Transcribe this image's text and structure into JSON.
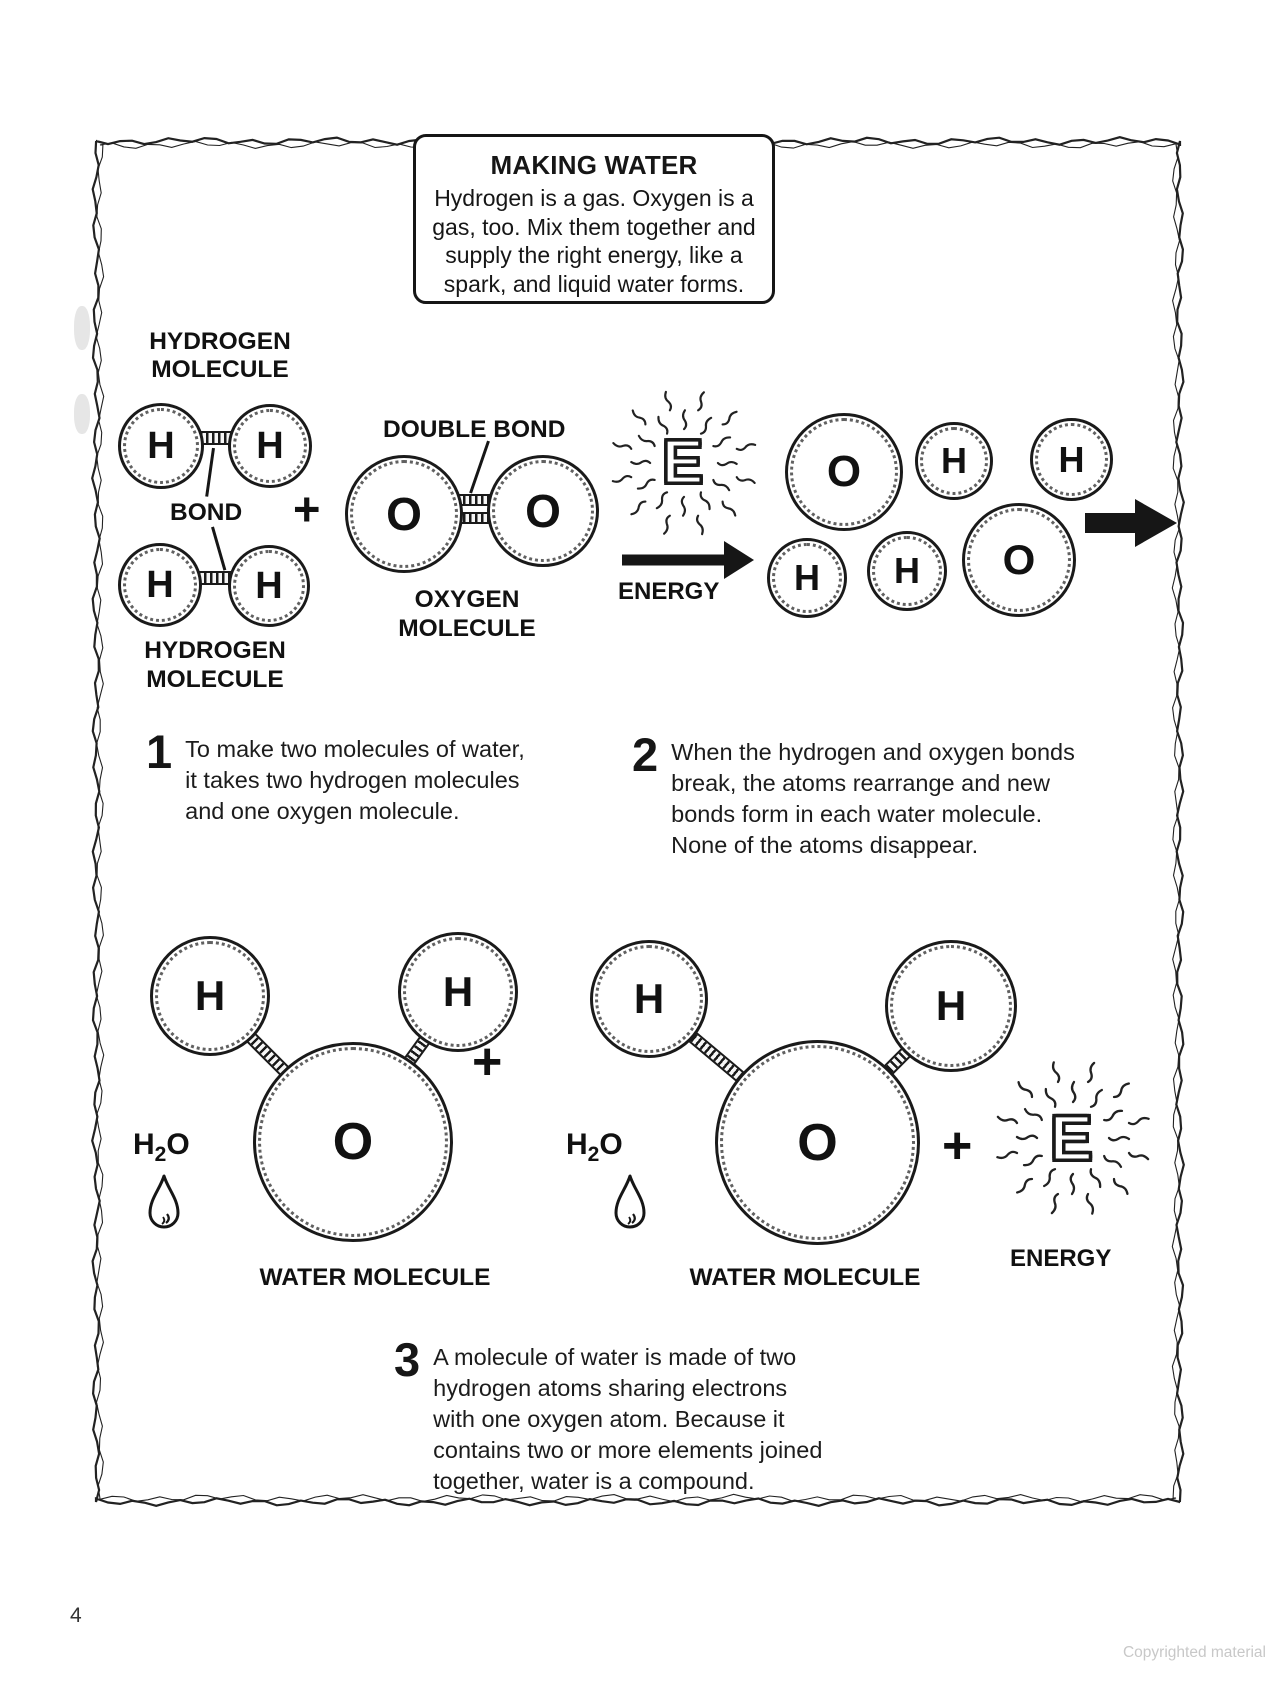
{
  "info_box": {
    "title": "MAKING WATER",
    "body": "Hydrogen is a gas. Oxygen is a\ngas, too.  Mix them together and\nsupply the right energy, like a\nspark, and liquid water forms."
  },
  "top_diagram": {
    "hydrogen_label_top": "HYDROGEN\nMOLECULE",
    "hydrogen_label_bottom": "HYDROGEN\nMOLECULE",
    "bond_label": "BOND",
    "double_bond_label": "DOUBLE BOND",
    "oxygen_label": "OXYGEN\nMOLECULE",
    "plus": "+",
    "energy_symbol": "E",
    "energy_label": "ENERGY",
    "reactant_atoms": {
      "h2a": [
        "H",
        "H"
      ],
      "h2b": [
        "H",
        "H"
      ],
      "o2": [
        "O",
        "O"
      ]
    },
    "product_atoms": [
      "O",
      "H",
      "H",
      "H",
      "H",
      "O"
    ]
  },
  "steps": [
    {
      "number": "1",
      "text": "To make two molecules of water,\nit takes two hydrogen molecules\nand one oxygen molecule."
    },
    {
      "number": "2",
      "text": "When the hydrogen and oxygen bonds\nbreak, the atoms rearrange and new\nbonds form in each water molecule.\nNone of the atoms disappear."
    },
    {
      "number": "3",
      "text": "A molecule of water is made of two\nhydrogen atoms sharing electrons\nwith one oxygen atom. Because it\ncontains two or more elements joined\ntogether, water is a compound."
    }
  ],
  "bottom_diagram": {
    "h2o": {
      "h": "H",
      "sub": "2",
      "o": "O"
    },
    "water_label_1": "WATER MOLECULE",
    "water_label_2": "WATER MOLECULE",
    "plus": "+",
    "energy_symbol": "E",
    "energy_label": "ENERGY",
    "molecule1_atoms": {
      "h_left": "H",
      "h_right": "H",
      "o": "O"
    },
    "molecule2_atoms": {
      "h_left": "H",
      "h_right": "H",
      "o": "O"
    }
  },
  "footer": {
    "page_number": "4",
    "copyright": "Copyrighted material"
  },
  "colors": {
    "ink": "#1a1a1a",
    "copyright_gray": "#c8c8c8",
    "paper": "#ffffff"
  }
}
